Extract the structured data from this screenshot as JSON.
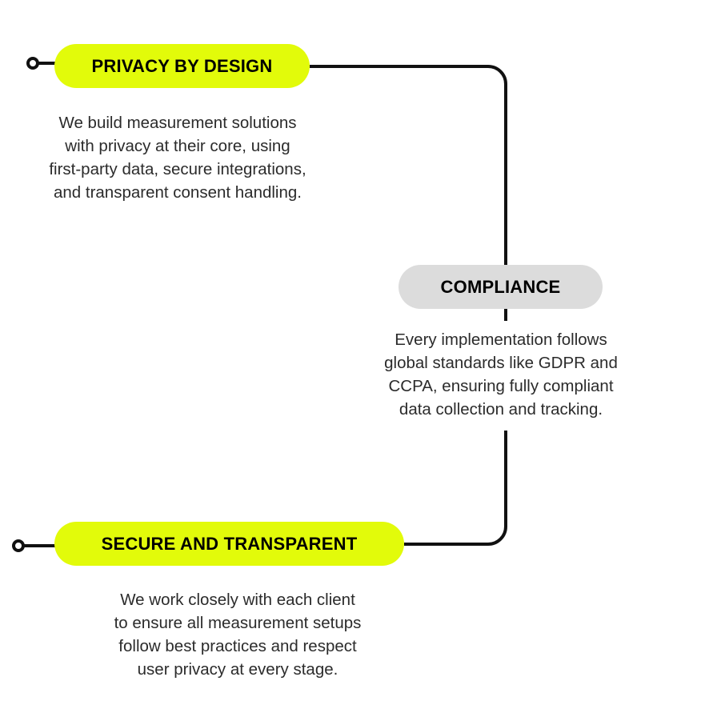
{
  "diagram": {
    "title": "Privacy and compliance approach flow",
    "colors": {
      "accent": "#E2FB0A",
      "muted": "#DCDCDC",
      "line": "#111111",
      "background": "#FFFFFF",
      "text": "#2B2B2B"
    },
    "nodes": [
      {
        "id": "privacy-by-design",
        "label": "PRIVACY BY DESIGN",
        "style": "accent",
        "description": "We build measurement solutions\nwith privacy at their core, using\nfirst-party data, secure integrations,\nand transparent consent handling."
      },
      {
        "id": "compliance",
        "label": "COMPLIANCE",
        "style": "muted",
        "description": "Every implementation follows\nglobal standards like GDPR and\nCCPA, ensuring fully compliant\ndata collection and tracking."
      },
      {
        "id": "secure-and-transparent",
        "label": "SECURE AND TRANSPARENT",
        "style": "accent",
        "description": "We work closely with each client\nto ensure all measurement setups\nfollow best practices and respect\nuser privacy at every stage."
      }
    ]
  }
}
